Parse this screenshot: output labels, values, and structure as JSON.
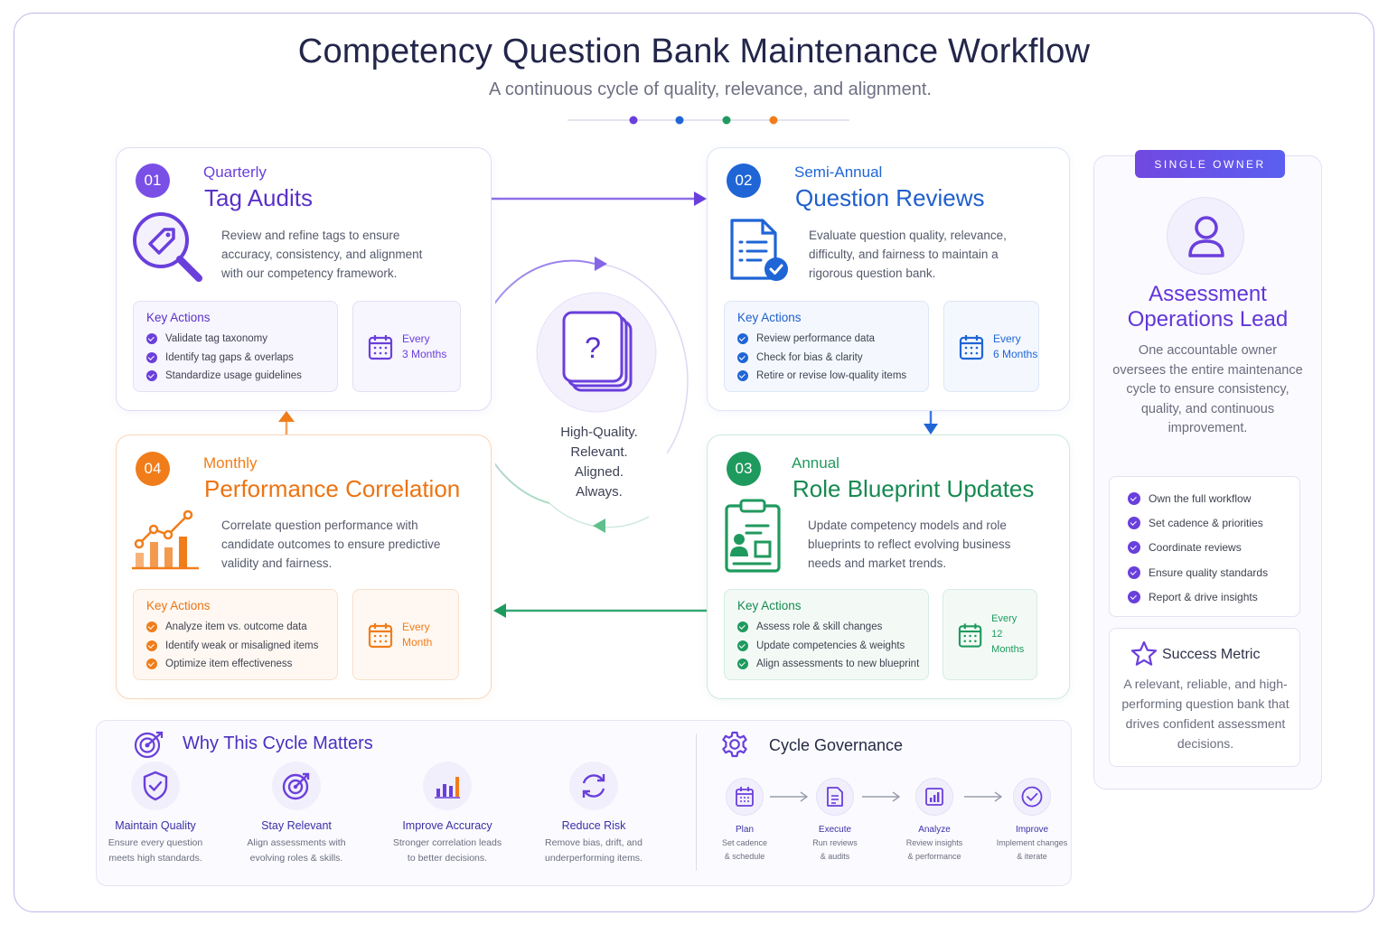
{
  "header": {
    "title": "Competency Question Bank Maintenance Workflow",
    "subtitle": "A continuous cycle of quality, relevance, and alignment."
  },
  "colors": {
    "purple": "#6a3fdc",
    "blue": "#1f65d6",
    "green": "#1f9a5e",
    "orange": "#f07d1a"
  },
  "stages": [
    {
      "number": "01",
      "frequency": "Quarterly",
      "title": "Tag Audits",
      "icon": "tag-magnifier-icon",
      "description": "Review and refine tags to ensure accuracy, consistency, and alignment with our competency framework.",
      "key_actions_label": "Key Actions",
      "key_actions": [
        "Validate tag taxonomy",
        "Identify tag gaps & overlaps",
        "Standardize usage guidelines"
      ],
      "every_label": "Every",
      "every_value": "3 Months"
    },
    {
      "number": "02",
      "frequency": "Semi-Annual",
      "title": "Question Reviews",
      "icon": "document-check-icon",
      "description": "Evaluate question quality, relevance, difficulty, and fairness to maintain a rigorous question bank.",
      "key_actions_label": "Key Actions",
      "key_actions": [
        "Review performance data",
        "Check for bias & clarity",
        "Retire or revise low-quality items"
      ],
      "every_label": "Every",
      "every_value": "6 Months"
    },
    {
      "number": "03",
      "frequency": "Annual",
      "title": "Role Blueprint Updates",
      "icon": "clipboard-profile-icon",
      "description": "Update competency models and role blueprints to reflect evolving business needs and market trends.",
      "key_actions_label": "Key Actions",
      "key_actions": [
        "Assess role & skill changes",
        "Update competencies & weights",
        "Align assessments to new blueprint"
      ],
      "every_label": "Every",
      "every_value": "12 Months"
    },
    {
      "number": "04",
      "frequency": "Monthly",
      "title": "Performance Correlation",
      "icon": "bar-trend-icon",
      "description": "Correlate question performance with candidate outcomes to ensure predictive validity and fairness.",
      "key_actions_label": "Key Actions",
      "key_actions": [
        "Analyze item vs. outcome data",
        "Identify weak or misaligned items",
        "Optimize item effectiveness"
      ],
      "every_label": "Every",
      "every_value": "Month"
    }
  ],
  "center": {
    "icon": "question-stack-icon",
    "lines": [
      "High-Quality.",
      "Relevant.",
      "Aligned.",
      "Always."
    ]
  },
  "owner": {
    "badge": "SINGLE OWNER",
    "title_line1": "Assessment",
    "title_line2": "Operations Lead",
    "description": "One accountable owner oversees the entire maintenance cycle to ensure consistency, quality, and continuous improvement.",
    "responsibilities": [
      "Own the full workflow",
      "Set cadence & priorities",
      "Coordinate reviews",
      "Ensure quality standards",
      "Report & drive insights"
    ],
    "metric_title": "Success Metric",
    "metric_description": "A relevant, reliable, and high-performing question bank that drives confident assessment decisions."
  },
  "why": {
    "title": "Why This Cycle Matters",
    "items": [
      {
        "name": "Maintain Quality",
        "desc1": "Ensure every question",
        "desc2": "meets high standards.",
        "icon": "shield-check-icon"
      },
      {
        "name": "Stay Relevant",
        "desc1": "Align assessments with",
        "desc2": "evolving roles & skills.",
        "icon": "target-icon"
      },
      {
        "name": "Improve Accuracy",
        "desc1": "Stronger correlation leads",
        "desc2": "to better decisions.",
        "icon": "bar-chart-icon"
      },
      {
        "name": "Reduce Risk",
        "desc1": "Remove bias, drift, and",
        "desc2": "underperforming items.",
        "icon": "refresh-icon"
      }
    ]
  },
  "governance": {
    "title": "Cycle Governance",
    "steps": [
      {
        "name": "Plan",
        "desc1": "Set cadence",
        "desc2": "& schedule",
        "icon": "calendar-icon"
      },
      {
        "name": "Execute",
        "desc1": "Run reviews",
        "desc2": "& audits",
        "icon": "document-icon"
      },
      {
        "name": "Analyze",
        "desc1": "Review insights",
        "desc2": "& performance",
        "icon": "chart-icon"
      },
      {
        "name": "Improve",
        "desc1": "Implement changes",
        "desc2": "& iterate",
        "icon": "check-circle-icon"
      }
    ]
  }
}
